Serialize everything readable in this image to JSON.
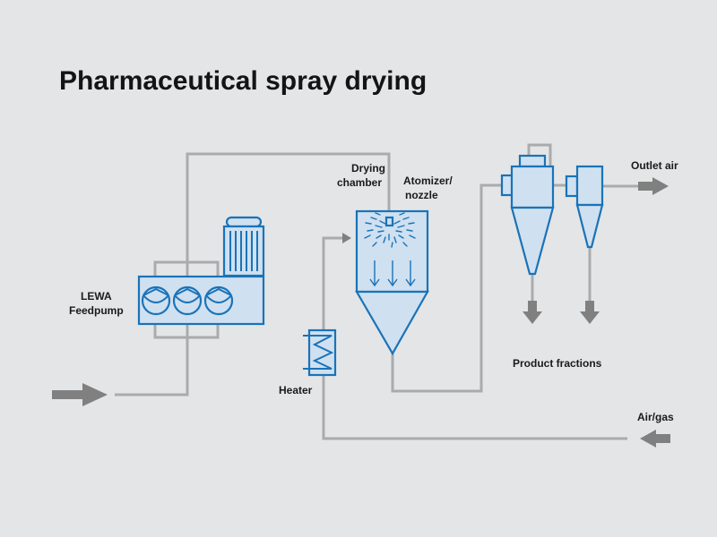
{
  "title": "Pharmaceutical spray drying",
  "labels": {
    "feedpump_line1": "LEWA",
    "feedpump_line2": "Feedpump",
    "drying_chamber_line1": "Drying",
    "drying_chamber_line2": "chamber",
    "atomizer_line1": "Atomizer/",
    "atomizer_line2": "nozzle",
    "heater": "Heater",
    "outlet_air": "Outlet air",
    "product_fractions": "Product fractions",
    "air_gas": "Air/gas"
  },
  "colors": {
    "background": "#e4e5e6",
    "equipment_fill": "#cfe0f0",
    "equipment_stroke": "#1a73b8",
    "pipe": "#a9abad",
    "flow_arrow": "#808080",
    "text": "#141414"
  }
}
